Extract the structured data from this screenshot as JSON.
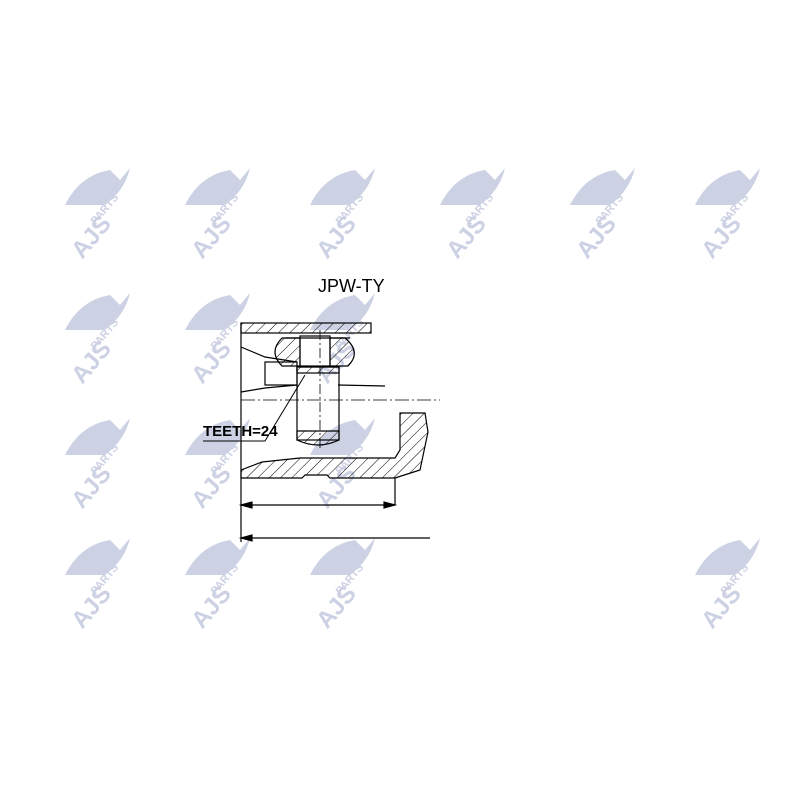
{
  "drawing": {
    "title": "JPW-TY",
    "teeth_label": "TEETH=24"
  },
  "watermark": {
    "brand": "AJS",
    "sub": "PARTS",
    "color": "#c3cadf"
  },
  "colors": {
    "line": "#000000",
    "background": "#ffffff"
  }
}
